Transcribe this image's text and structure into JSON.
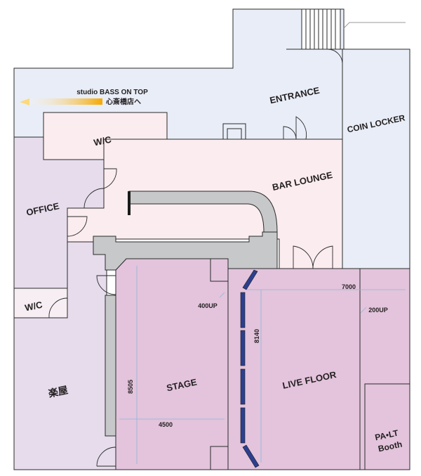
{
  "floor_plan": {
    "rooms": {
      "entrance": "ENTRANCE",
      "coin_locker": "COIN LOCKER",
      "wc_top": "W/C",
      "bar_lounge": "BAR LOUNGE",
      "office": "OFFICE",
      "wc_left": "W/C",
      "dressing_room": "楽屋",
      "stage": "STAGE",
      "live_floor": "LIVE FLOOR",
      "pa_lt_booth_line1": "PA•LT",
      "pa_lt_booth_line2": "Booth"
    },
    "sign": {
      "line1": "studio BASS ON TOP",
      "line2": "心斎橋店へ"
    },
    "dimensions": {
      "stage_height": "8505",
      "stage_width": "4500",
      "stage_level": "400UP",
      "floor_width": "7000",
      "floor_depth": "8140",
      "booth_level": "200UP"
    },
    "colors": {
      "entrance_area": "#e8edf7",
      "bar_lounge": "#fbecef",
      "office": "#e6dcec",
      "stage_floor": "#e3c4dc",
      "walls": "#c7c8c9",
      "partition": "#2c3f8f",
      "sign_gradient": "#f5a800"
    }
  }
}
